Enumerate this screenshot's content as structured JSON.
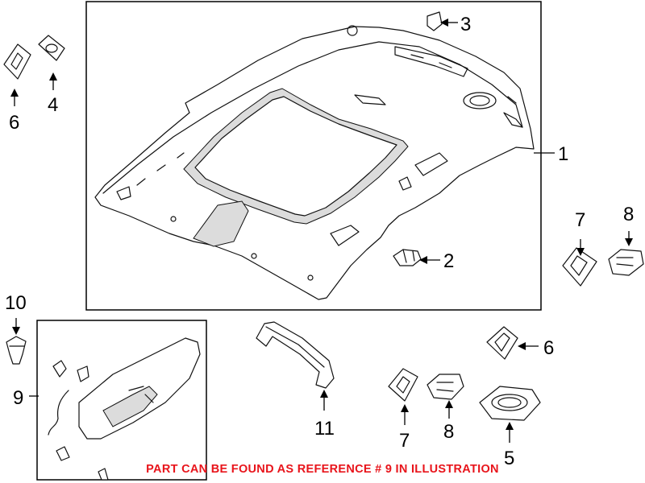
{
  "callouts": {
    "c1": "1",
    "c2": "2",
    "c3": "3",
    "c4": "4",
    "c5": "5",
    "c6a": "6",
    "c6b": "6",
    "c7a": "7",
    "c7b": "7",
    "c8a": "8",
    "c8b": "8",
    "c9": "9",
    "c10": "10",
    "c11": "11"
  },
  "footer": {
    "note": "PART CAN BE FOUND AS REFERENCE # 9 IN ILLUSTRATION",
    "color": "#e8141b"
  },
  "colors": {
    "line": "#111111",
    "shade": "#d9d9d9",
    "fill": "#ffffff"
  }
}
